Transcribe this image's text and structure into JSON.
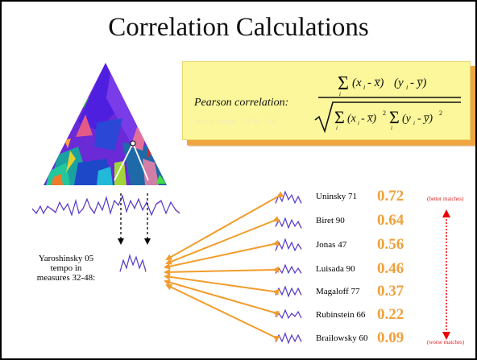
{
  "slide": {
    "title": "Correlation Calculations",
    "formula_box": {
      "label": "Pearson correlation:",
      "range": "output range: -1.0 to +1.0"
    },
    "source": {
      "lines": [
        "Yaroshinsky 05",
        "tempo in",
        "measures 32-48:"
      ]
    },
    "matches": [
      {
        "performer": "Uninsky 71",
        "correlation": "0.72"
      },
      {
        "performer": "Biret 90",
        "correlation": "0.64"
      },
      {
        "performer": "Jonas 47",
        "correlation": "0.56"
      },
      {
        "performer": "Luisada 90",
        "correlation": "0.46"
      },
      {
        "performer": "Magaloff 77",
        "correlation": "0.37"
      },
      {
        "performer": "Rubinstein 66",
        "correlation": "0.22"
      },
      {
        "performer": "Brailowsky 60",
        "correlation": "0.09"
      }
    ],
    "scale": {
      "better": "(better matches)",
      "worse": "(worse matches)"
    },
    "colors": {
      "arrow": "#f29c2b",
      "correlation_text": "#f0a13b",
      "hint_text": "#dd2222",
      "formula_bg": "#fbf79a"
    }
  }
}
